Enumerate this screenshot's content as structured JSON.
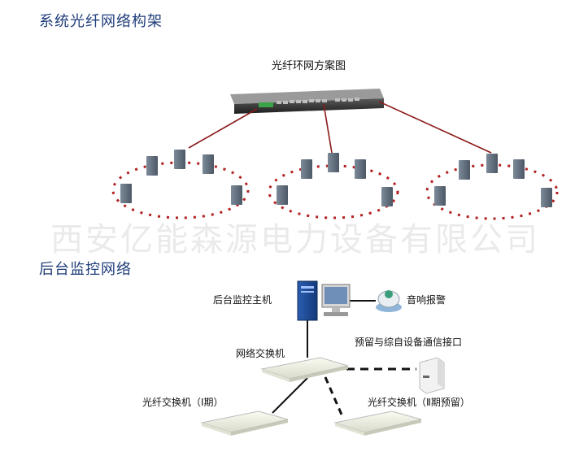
{
  "headings": {
    "architecture": "系统光纤网络构架",
    "monitoring": "后台监控网络"
  },
  "fiber_ring": {
    "title": "光纤环网方案图"
  },
  "watermark": "西安亿能森源电力设备有限公司",
  "monitoring": {
    "host": "后台监控主机",
    "alarm": "音响报警",
    "network_switch": "网络交换机",
    "reserved_interface": "预留与综自设备通信接口",
    "fiber_switch_phase1": "光纤交换机（Ⅰ期）",
    "fiber_switch_phase2": "光纤交换机（Ⅱ期预留）"
  },
  "colors": {
    "heading": "#1f3d7a",
    "fiber_link": "#8b1a1a",
    "ring_dash": "#b22222"
  }
}
